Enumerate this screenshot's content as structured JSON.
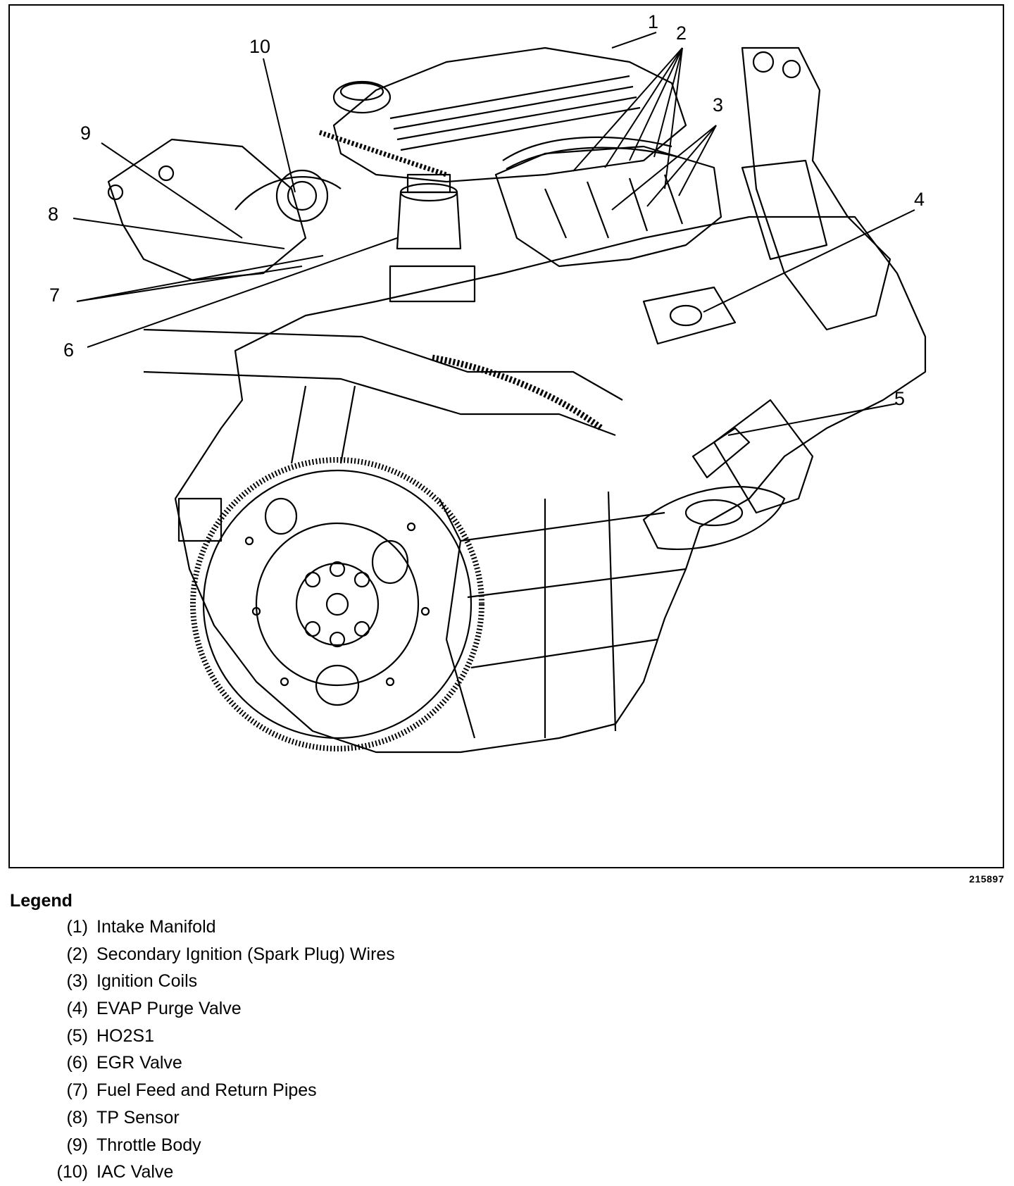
{
  "figure": {
    "figure_id": "215897",
    "callouts": [
      "1",
      "2",
      "3",
      "4",
      "5",
      "6",
      "7",
      "8",
      "9",
      "10"
    ]
  },
  "legend": {
    "title": "Legend",
    "items": [
      {
        "num": "(1)",
        "label": "Intake Manifold"
      },
      {
        "num": "(2)",
        "label": "Secondary Ignition (Spark Plug) Wires"
      },
      {
        "num": "(3)",
        "label": "Ignition Coils"
      },
      {
        "num": "(4)",
        "label": "EVAP Purge Valve"
      },
      {
        "num": "(5)",
        "label": "HO2S1"
      },
      {
        "num": "(6)",
        "label": "EGR Valve"
      },
      {
        "num": "(7)",
        "label": "Fuel Feed and Return Pipes"
      },
      {
        "num": "(8)",
        "label": "TP Sensor"
      },
      {
        "num": "(9)",
        "label": "Throttle Body"
      },
      {
        "num": "(10)",
        "label": "IAC Valve"
      }
    ]
  }
}
